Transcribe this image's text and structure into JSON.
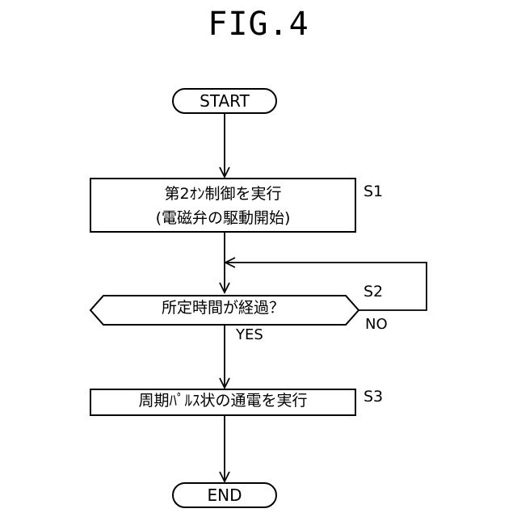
{
  "figure": {
    "title": "FIG.4"
  },
  "flowchart": {
    "start": "START",
    "end": "END",
    "steps": [
      {
        "id": "S1",
        "line1": "第2ｵﾝ制御を実行",
        "line2": "(電磁弁の駆動開始)"
      },
      {
        "id": "S2",
        "question": "所定時間が経過？",
        "yes_label": "YES",
        "no_label": "NO"
      },
      {
        "id": "S3",
        "text": "周期ﾊﾟﾙｽ状の通電を実行"
      }
    ]
  }
}
